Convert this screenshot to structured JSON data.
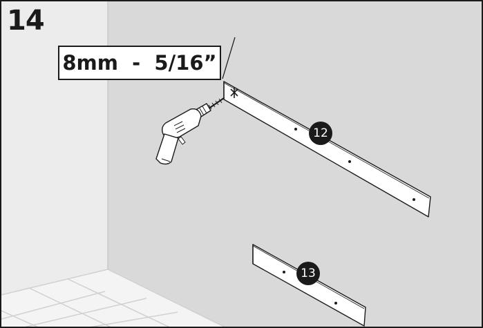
{
  "step": {
    "number": "14"
  },
  "drill_bit": {
    "size_label": "8mm  -  5/16”"
  },
  "parts": [
    {
      "label": "12"
    },
    {
      "label": "13"
    }
  ],
  "colors": {
    "wall": "#d9d9d9",
    "side_wall": "#ececec",
    "floor_tile": "#f4f4f4",
    "ink": "#1a1a1a",
    "badge_fill": "#1a1a1a",
    "badge_text": "#ffffff"
  }
}
